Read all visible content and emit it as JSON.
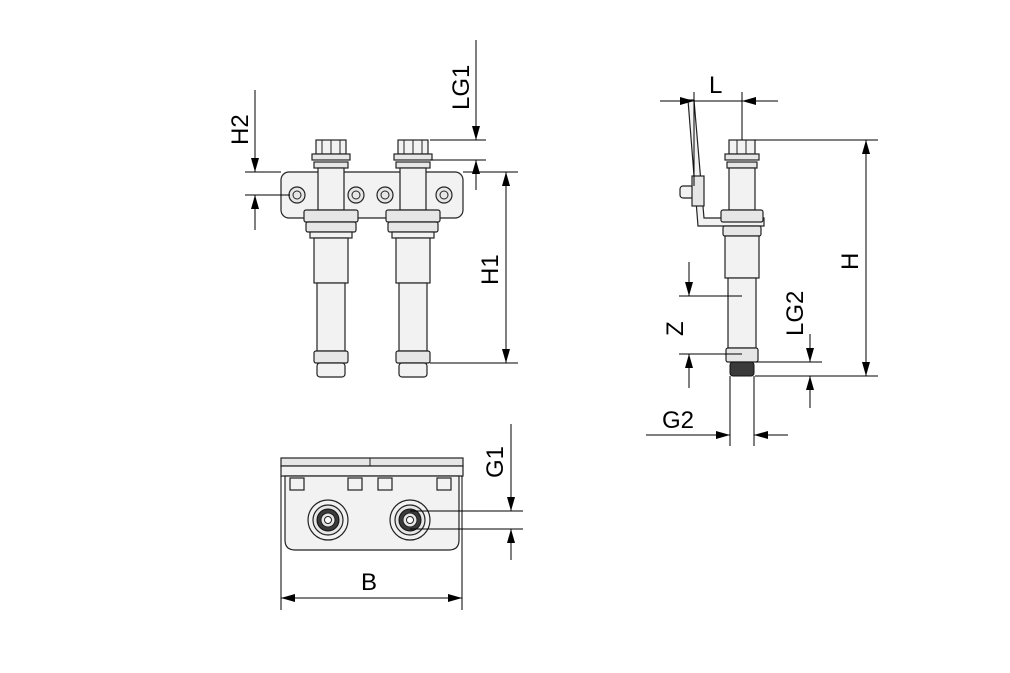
{
  "labels": {
    "h2": "H2",
    "lg1": "LG1",
    "h1": "H1",
    "l": "L",
    "h": "H",
    "z": "Z",
    "lg2": "LG2",
    "g2": "G2",
    "g1": "G1",
    "b": "B"
  }
}
